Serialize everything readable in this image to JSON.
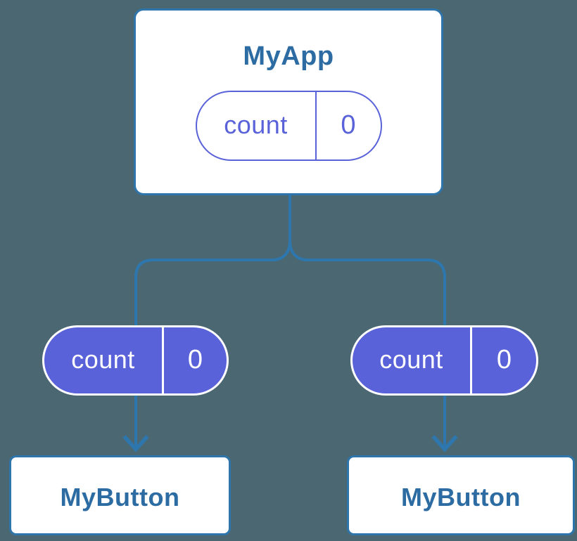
{
  "palette": {
    "background": "#4b6872",
    "card_border": "#2e75ab",
    "node_text": "#2d6ca3",
    "connector_line": "#2e77ae",
    "pill_indigo": "#5a62da",
    "pill_text_on_fill": "#ffffff"
  },
  "tree": {
    "root": {
      "title": "MyApp",
      "state_pill": {
        "label": "count",
        "value": "0"
      }
    },
    "children": [
      {
        "title": "MyButton",
        "prop_pill": {
          "label": "count",
          "value": "0"
        }
      },
      {
        "title": "MyButton",
        "prop_pill": {
          "label": "count",
          "value": "0"
        }
      }
    ]
  }
}
